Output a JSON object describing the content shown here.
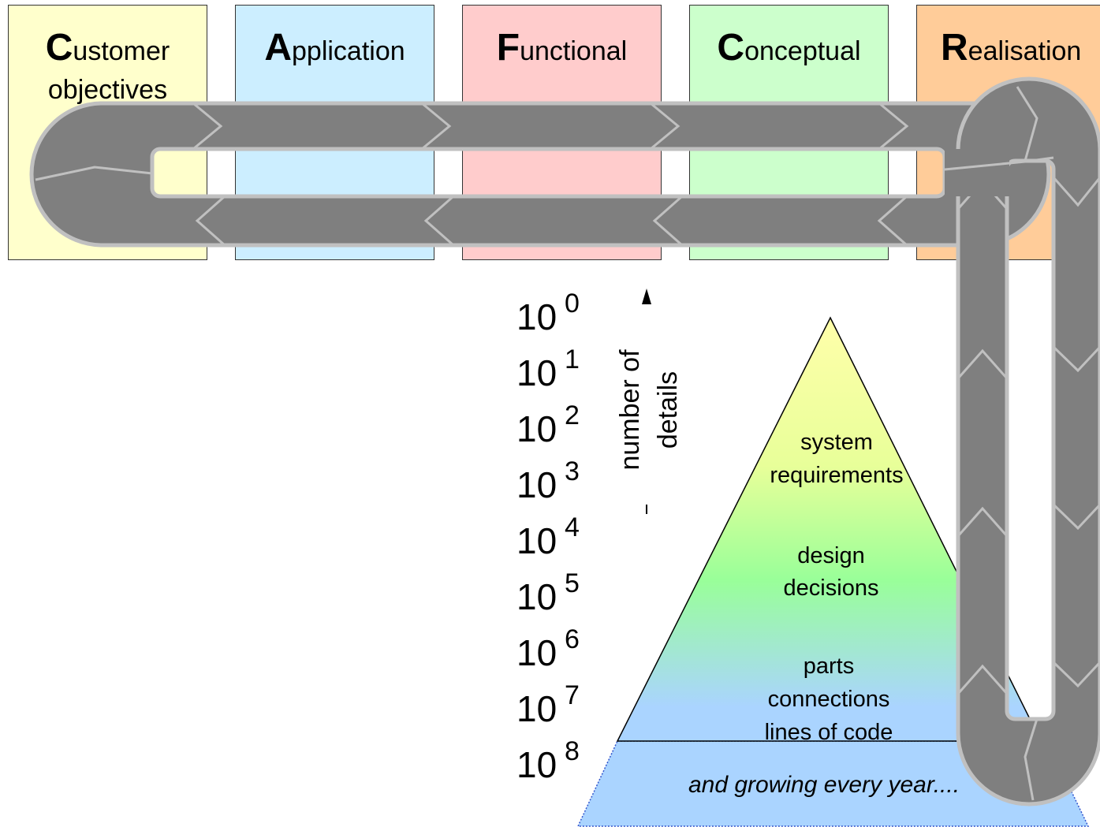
{
  "views": [
    {
      "id": "customer",
      "initial": "C",
      "rest": "ustomer",
      "subtitle": "objectives",
      "color": "#ffffcc"
    },
    {
      "id": "application",
      "initial": "A",
      "rest": "pplication",
      "subtitle": "",
      "color": "#cceeff"
    },
    {
      "id": "functional",
      "initial": "F",
      "rest": "unctional",
      "subtitle": "",
      "color": "#ffcccc"
    },
    {
      "id": "conceptual",
      "initial": "C",
      "rest": "onceptual",
      "subtitle": "",
      "color": "#ccffcc"
    },
    {
      "id": "realisation",
      "initial": "R",
      "rest": "ealisation",
      "subtitle": "",
      "color": "#ffcc99"
    }
  ],
  "scale": {
    "base": "10",
    "exponents": [
      "0",
      "1",
      "2",
      "3",
      "4",
      "5",
      "6",
      "7",
      "8"
    ],
    "axis_label_line1": "number of",
    "axis_label_line2": "details"
  },
  "pyramid": {
    "levels": [
      {
        "lines": [
          "system",
          "requirements"
        ]
      },
      {
        "lines": [
          "design",
          "decisions"
        ]
      },
      {
        "lines": [
          "parts",
          "connections",
          "lines of code"
        ]
      }
    ],
    "growth_label": "and growing every year...."
  },
  "colors": {
    "loop_fill": "#7f7f7f",
    "loop_stroke": "#c0c0c0",
    "pyramid_top": "#ffffaa",
    "pyramid_mid": "#99ff99",
    "pyramid_bottom": "#aad4ff"
  }
}
